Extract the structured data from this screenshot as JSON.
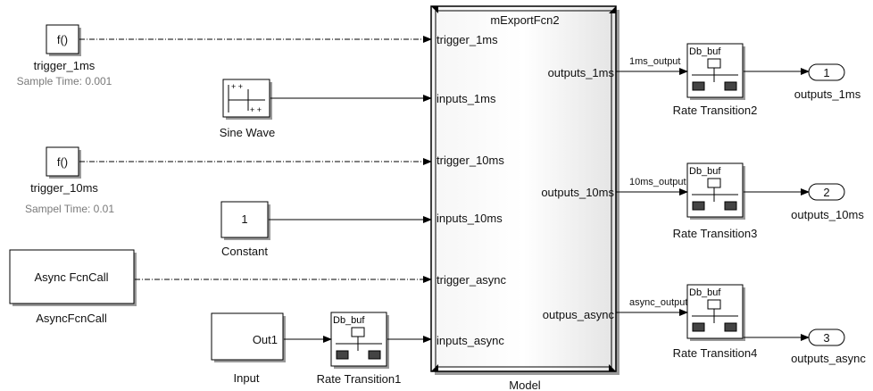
{
  "fcn_glyph": "f()",
  "blocks": {
    "trigger_1ms": {
      "name": "trigger_1ms",
      "sample_time": "Sample Time: 0.001"
    },
    "trigger_10ms": {
      "name": "trigger_10ms",
      "sample_time": "Sampel Time: 0.01"
    },
    "sine": {
      "name": "Sine Wave"
    },
    "constant": {
      "name": "Constant",
      "value": "1"
    },
    "async": {
      "name": "AsyncFcnCall",
      "text": "Async FcnCall"
    },
    "input": {
      "name": "Input",
      "port_label": "Out1"
    },
    "rt1": {
      "name": "Rate Transition1",
      "glyph": "Db_buf"
    },
    "rt2": {
      "name": "Rate Transition2",
      "glyph": "Db_buf"
    },
    "rt3": {
      "name": "Rate Transition3",
      "glyph": "Db_buf"
    },
    "rt4": {
      "name": "Rate Transition4",
      "glyph": "Db_buf"
    },
    "out1": {
      "name": "outputs_1ms",
      "number": "1"
    },
    "out2": {
      "name": "outputs_10ms",
      "number": "2"
    },
    "out3": {
      "name": "outputs_async",
      "number": "3"
    }
  },
  "model": {
    "title": "mExportFcn2",
    "caption": "Model",
    "inports": [
      "trigger_1ms",
      "inputs_1ms",
      "trigger_10ms",
      "inputs_10ms",
      "trigger_async",
      "inputs_async"
    ],
    "outports": [
      "outputs_1ms",
      "outputs_10ms",
      "outpus_async"
    ]
  },
  "signals": {
    "s1": "1ms_output",
    "s2": "10ms_output",
    "s3": "async_output"
  }
}
